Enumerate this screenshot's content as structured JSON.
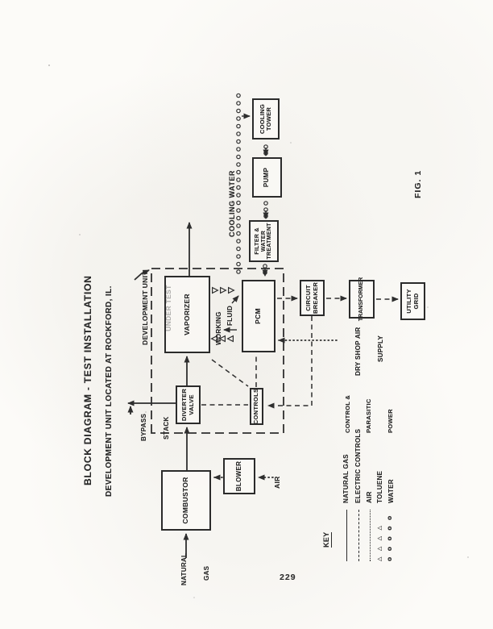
{
  "figure": {
    "title": "BLOCK DIAGRAM - TEST INSTALLATION",
    "subtitle": "DEVELOPMENT UNIT LOCATED AT ROCKFORD, IL.",
    "caption": "FIG. 1",
    "page_number": "229"
  },
  "boundary_label": {
    "line1": "DEVELOPMENT UNIT",
    "line2": "UNDER TEST"
  },
  "boxes": {
    "combustor": {
      "label": "COMBUSTOR"
    },
    "blower": {
      "label": "BLOWER"
    },
    "diverter_valve": {
      "line1": "DIVERTER",
      "line2": "VALVE"
    },
    "vaporizer": {
      "label": "VAPORIZER"
    },
    "pcm": {
      "label": "PCM"
    },
    "controls": {
      "label": "CONTROLS"
    },
    "filter": {
      "line1": "FILTER &",
      "line2": "WATER",
      "line3": "TREATMENT"
    },
    "pump": {
      "label": "PUMP"
    },
    "cooling_tower": {
      "line1": "COOLING",
      "line2": "TOWER"
    },
    "circuit_breaker": {
      "line1": "CIRCUIT",
      "line2": "BREAKER"
    },
    "transformer": {
      "label": "TRANSFORMER"
    },
    "utility_grid": {
      "line1": "UTILITY",
      "line2": "GRID"
    }
  },
  "stream_labels": {
    "natural_gas": {
      "line1": "NATURAL",
      "line2": "GAS"
    },
    "air": "AIR",
    "bypass_stack": {
      "line1": "BYPASS",
      "line2": "STACK"
    },
    "working_fluid": {
      "line1": "WORKING",
      "line2": "FLUID"
    },
    "cooling_water": "COOLING WATER",
    "dry_shop_air": {
      "line1": "DRY SHOP AIR",
      "line2": "SUPPLY"
    },
    "control_parasitic_power": {
      "line1": "CONTROL &",
      "line2": "PARASITIC",
      "line3": "POWER"
    }
  },
  "key": {
    "title": "KEY",
    "entries": [
      {
        "label": "NATURAL GAS",
        "line_style": "solid",
        "symbol": ""
      },
      {
        "label": "ELECTRIC CONTROLS",
        "line_style": "dashed",
        "symbol": ""
      },
      {
        "label": "AIR",
        "line_style": "dotted",
        "symbol": ""
      },
      {
        "label": "TOLUENE",
        "line_style": "triangles",
        "symbol": "△ △ △ △"
      },
      {
        "label": "WATER",
        "line_style": "circles",
        "symbol": "o o o o o"
      }
    ]
  },
  "ink_color": "#2b2b2b"
}
